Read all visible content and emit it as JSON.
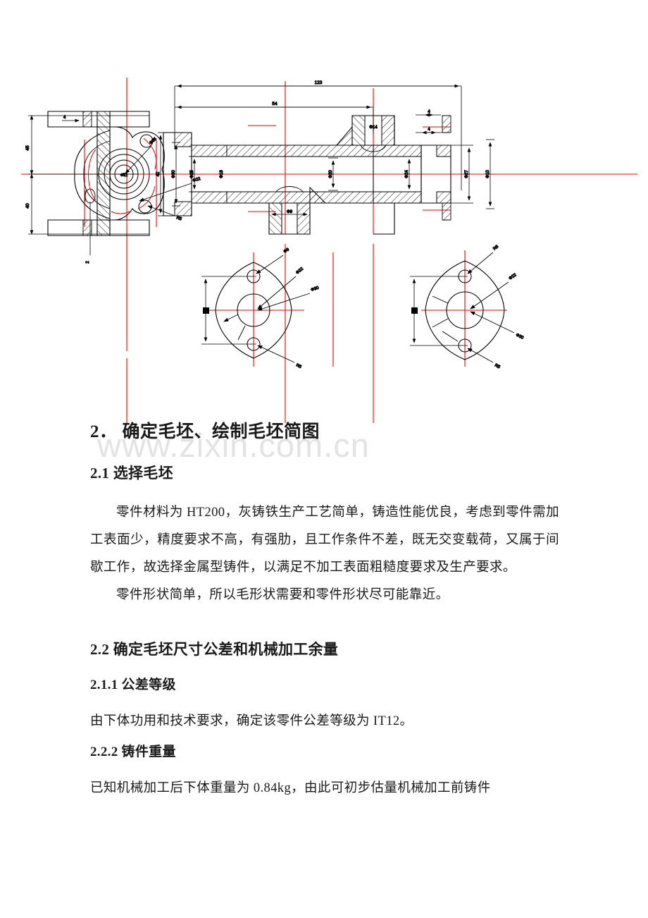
{
  "document": {
    "watermark": "www.zixin.com.cn",
    "page_background": "#ffffff",
    "text_color": "#1a1a1a",
    "centerline_color": "#ff0000",
    "outline_color": "#000000"
  },
  "figure": {
    "caption": "",
    "views": [
      {
        "name": "front-sectional-view",
        "description": "下体零件主视图（剖视），含法兰、中心孔、加强肋"
      },
      {
        "name": "side-sectional-view",
        "description": "下体零件侧视全剖视图，含通孔、凸台、螺纹孔"
      },
      {
        "name": "bottom-flange-view-left",
        "description": "法兰端面视图，含两个螺栓孔及中心孔"
      },
      {
        "name": "bottom-flange-view-right",
        "description": "法兰端面视图，含两个螺栓孔及中心孔"
      }
    ],
    "dimension_labels": [
      "123",
      "54",
      "4",
      "4",
      "45",
      "40",
      "42",
      "Φ14",
      "Φ24",
      "Φ25",
      "Φ35",
      "Φ27",
      "Φ12",
      "Φ18",
      "Φ20",
      "Φ9",
      "Φ10",
      "Φ22",
      "Φ30",
      "R5",
      "R8",
      "2"
    ]
  },
  "content": {
    "heading_main_number": "2．",
    "heading_main_text": "确定毛坯、绘制毛坯简图",
    "heading_21": "2.1 选择毛坯",
    "para_1": "零件材料为 HT200，灰铸铁生产工艺简单，铸造性能优良，考虑到零件需加工表面少，精度要求不高，有强肋，且工作条件不差，既无交变载荷，又属于间歇工作，故选择金属型铸件，以满足不加工表面粗糙度要求及生产要求。",
    "para_2": "零件形状简单，所以毛形状需要和零件形状尽可能靠近。",
    "heading_22": "2.2 确定毛坯尺寸公差和机械加工余量",
    "heading_211": "2.1.1  公差等级",
    "para_3": "由下体功用和技术要求，确定该零件公差等级为 IT12。",
    "heading_222": "2.2.2  铸件重量",
    "para_4": "已知机械加工后下体重量为 0.84kg，由此可初步估量机械加工前铸件"
  }
}
